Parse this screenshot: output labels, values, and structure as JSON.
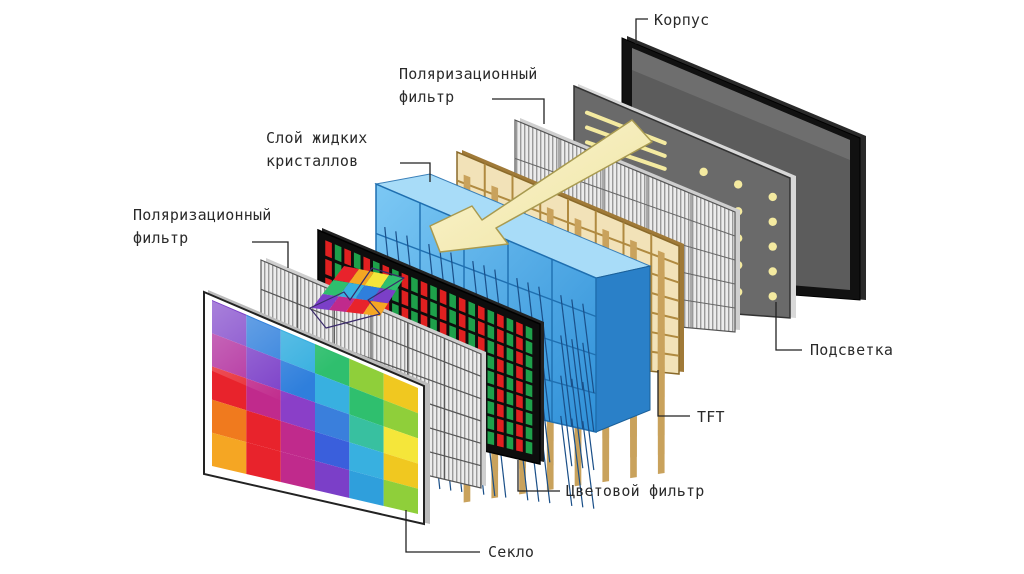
{
  "diagram": {
    "labels": {
      "housing": "Корпус",
      "polarizer_rear": {
        "line1": "Поляризационный",
        "line2": "фильтр"
      },
      "liquid_crystal": {
        "line1": "Слой жидких",
        "line2": "кристаллов"
      },
      "polarizer_front": {
        "line1": "Поляризационный",
        "line2": "фильтр"
      },
      "backlight": "Подсветка",
      "tft": "TFT",
      "color_filter": "Цветовой фильтр",
      "glass": "Секло"
    },
    "colors": {
      "housing_frame": "#1a1a1a",
      "housing_screen": "#5a5a5a",
      "backlight_panel": "#666666",
      "backlight_led": "#f4eaa0",
      "polarizer": "#e6e6e6",
      "tft_gold": "#c9a25c",
      "liquid_crystal": "#4aa8e6",
      "color_filter_red": "#e02020",
      "color_filter_green": "#1ea04a",
      "light_arrow": "#f6f0c0",
      "leader_line": "#222222"
    },
    "glass_grid": [
      [
        "#7b3fc8",
        "#2f7fdc",
        "#38b0e0",
        "#2fbf6e",
        "#8fcf3a",
        "#f0c820"
      ],
      [
        "#b02a9c",
        "#7b3fc8",
        "#2f7fdc",
        "#38b0e0",
        "#2fbf6e",
        "#8fcf3a"
      ],
      [
        "#e8232c",
        "#c02a8c",
        "#8a3fc8",
        "#3a7fdc",
        "#38c0a0",
        "#f5e63a"
      ],
      [
        "#f07a1e",
        "#e8232c",
        "#c02a8c",
        "#3a5fdc",
        "#38b0e0",
        "#f0c820"
      ],
      [
        "#f5a623",
        "#e8232c",
        "#c02a8c",
        "#7b3fc8",
        "#2f9fdc",
        "#8fcf3a"
      ]
    ]
  }
}
